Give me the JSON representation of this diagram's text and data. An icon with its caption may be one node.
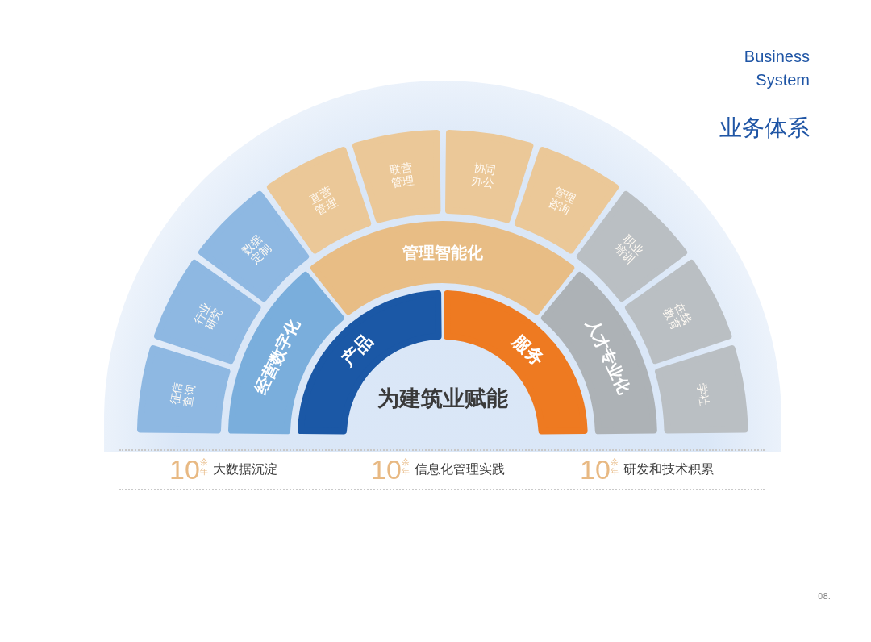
{
  "diagram": {
    "title": "Business System",
    "nodes": [
      {
        "text": [
          "产品"
        ]
      },
      {
        "text": [
          "服务"
        ]
      },
      {
        "text": [
          "经营数字化"
        ]
      },
      {
        "text": [
          "管理智能化"
        ]
      },
      {
        "text": [
          "人才专业化"
        ]
      },
      {
        "text": [
          "征信查询"
        ]
      },
      {
        "text": [
          "行业研究"
        ]
      },
      {
        "text": [
          "数据定制"
        ]
      },
      {
        "text": [
          "直营管理"
        ]
      },
      {
        "text": [
          "联营管理"
        ]
      },
      {
        "text": [
          "协同办公"
        ]
      },
      {
        "text": [
          "管理咨询"
        ]
      },
      {
        "text": [
          "职业培训"
        ]
      },
      {
        "text": [
          "在线教育"
        ]
      },
      {
        "text": [
          "学社"
        ]
      }
    ],
    "labels": [
      "业务体系",
      "为建筑业赋能",
      "10",
      "余年",
      "大数据沉淀",
      "10",
      "余年",
      "信息化管理实践",
      "10",
      "余年",
      "研发和技术积累",
      "08."
    ]
  }
}
